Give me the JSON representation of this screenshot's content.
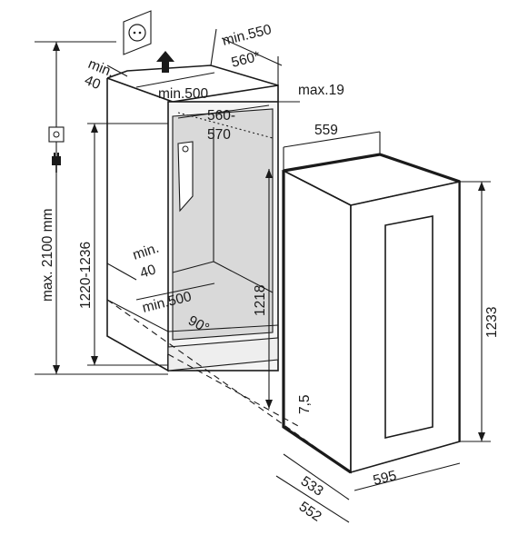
{
  "diagram": {
    "dimensions": {
      "niche_depth_min": "min.550",
      "niche_depth_alt": "560*",
      "vent_top_min": "min.",
      "vent_top_val": "40",
      "top_opening_width": "min.500",
      "front_gap_max": "max.19",
      "niche_width_a": "560-",
      "niche_width_b": "570",
      "appliance_width_top": "559",
      "vent_bottom_min": "min.",
      "vent_bottom_val": "40",
      "bottom_opening_width": "min.500",
      "angle": "90°",
      "niche_inner_height": "1218",
      "niche_height": "1220-1236",
      "max_installation_height": "max. 2100 mm",
      "appliance_height": "1233",
      "door_gap": "7,5",
      "depth_body": "533",
      "depth_total": "552",
      "appliance_width": "595"
    },
    "colors": {
      "line": "#1a1a1a",
      "niche_interior": "#d9d9d9",
      "panel": "#eeeeee"
    },
    "icons": [
      "socket-icon",
      "power-socket-symbol",
      "plug-icon",
      "airflow-arrow-icon"
    ]
  }
}
